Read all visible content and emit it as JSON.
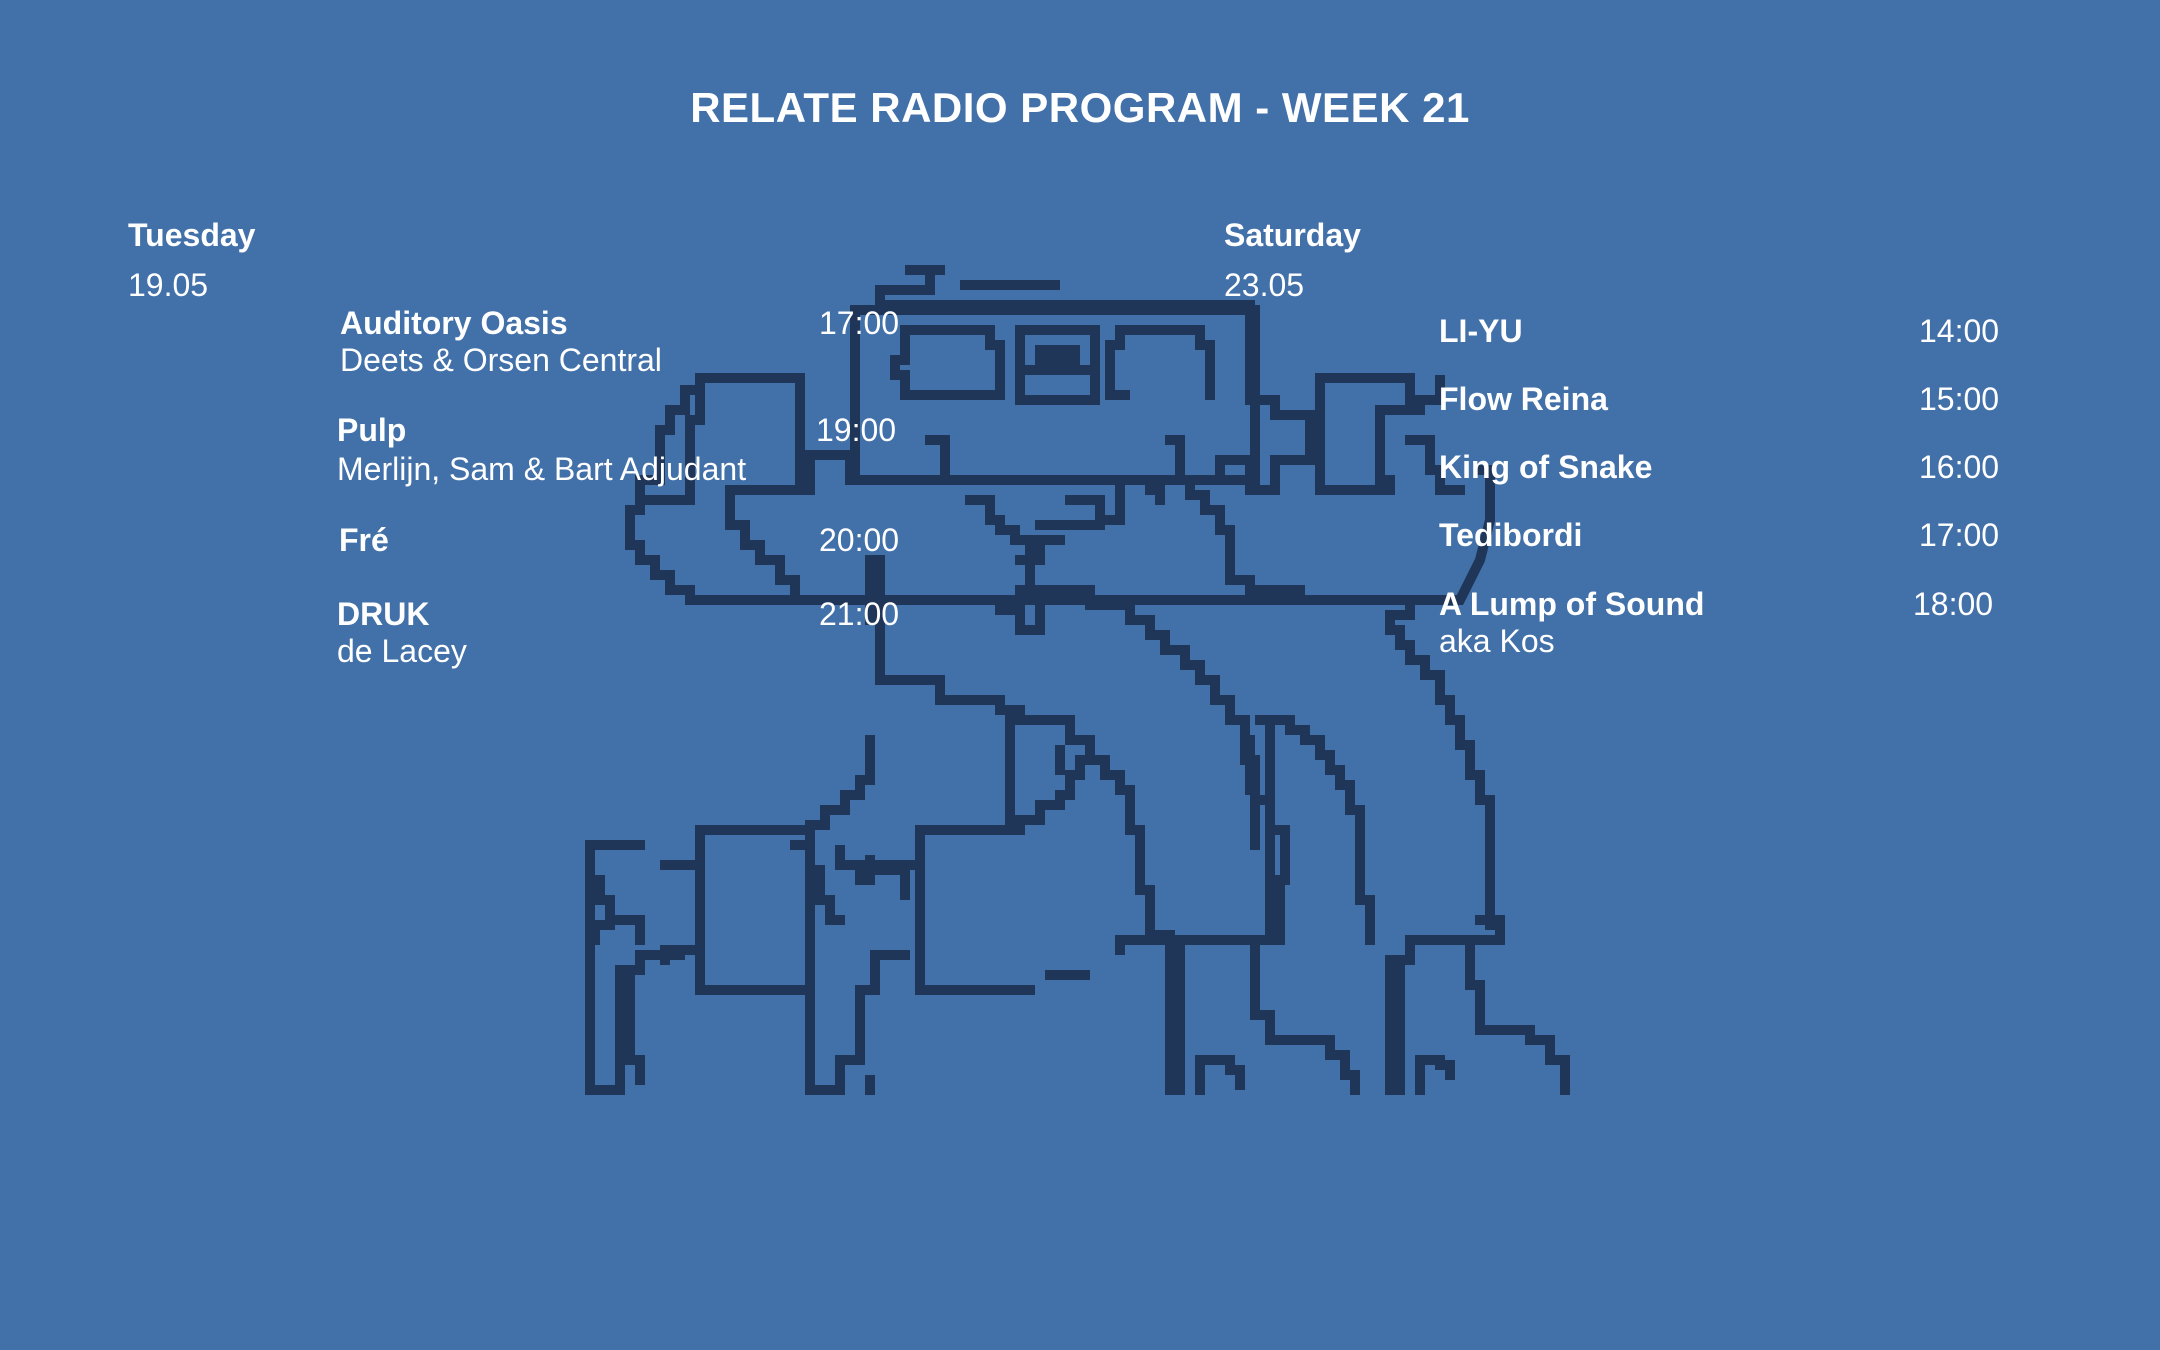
{
  "header": {
    "title": "RELATE RADIO PROGRAM - WEEK 21"
  },
  "illustration": {
    "icon": "pixel-art-radio-character-icon",
    "stroke_color": "#1f3658"
  },
  "colors": {
    "background": "#4270a9",
    "text": "#ffffff"
  },
  "days": [
    {
      "name": "Tuesday",
      "date": "19.05",
      "shows": [
        {
          "name": "Auditory Oasis",
          "host": "Deets & Orsen Central",
          "time": "17:00"
        },
        {
          "name": "Pulp",
          "host": "Merlijn, Sam & Bart Adjudant",
          "time": "19:00"
        },
        {
          "name": "Fré",
          "host": "",
          "time": "20:00"
        },
        {
          "name": "DRUK",
          "host": "de Lacey",
          "time": "21:00"
        }
      ]
    },
    {
      "name": "Saturday",
      "date": "23.05",
      "shows": [
        {
          "name": "LI-YU",
          "host": "",
          "time": "14:00"
        },
        {
          "name": "Flow Reina",
          "host": "",
          "time": "15:00"
        },
        {
          "name": "King of Snake",
          "host": "",
          "time": "16:00"
        },
        {
          "name": "Tedibordi",
          "host": "",
          "time": "17:00"
        },
        {
          "name": "A Lump of Sound",
          "host": "aka Kos",
          "time": "18:00"
        }
      ]
    }
  ]
}
